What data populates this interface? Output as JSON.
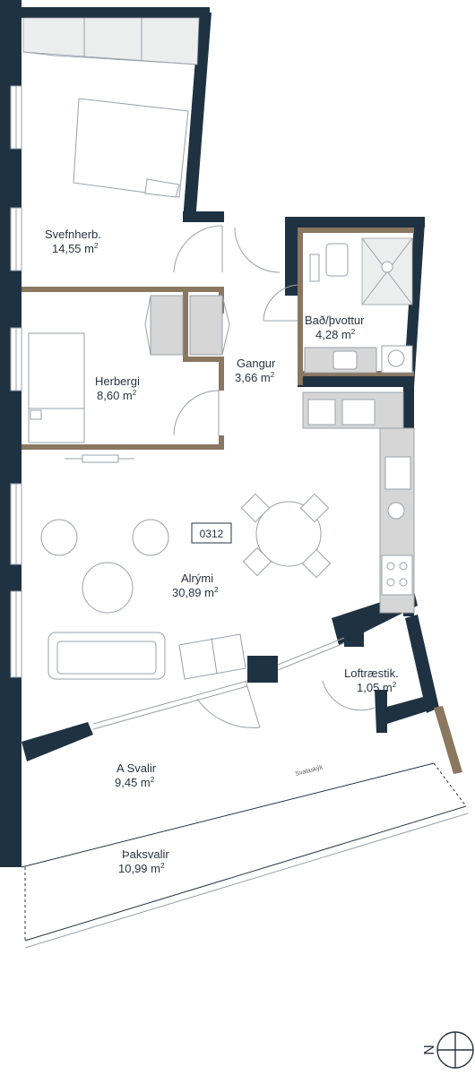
{
  "rooms": {
    "svefnherb": {
      "name": "Svefnherb.",
      "area": "14,55 m",
      "unit": "2"
    },
    "herbergi": {
      "name": "Herbergi",
      "area": "8,60 m",
      "unit": "2"
    },
    "gangur": {
      "name": "Gangur",
      "area": "3,66 m",
      "unit": "2"
    },
    "bad": {
      "name": "Bað/þvottur",
      "area": "4,28 m",
      "unit": "2"
    },
    "alrymi": {
      "name": "Alrými",
      "area": "30,89 m",
      "unit": "2"
    },
    "loftraestik": {
      "name": "Loftræstik.",
      "area": "1,05 m",
      "unit": "2"
    },
    "svalir": {
      "name": "A Svalir",
      "area": "9,45 m",
      "unit": "2"
    },
    "thaksvalir": {
      "name": "Þaksvalir",
      "area": "10,99 m",
      "unit": "2"
    }
  },
  "apartment_number": "0312",
  "svalaskyli_label": "Svalaskýli",
  "compass_letter": "N",
  "colors": {
    "wall": "#1f3242",
    "partition": "#8a7760",
    "fixture": "#d6d6d6"
  }
}
